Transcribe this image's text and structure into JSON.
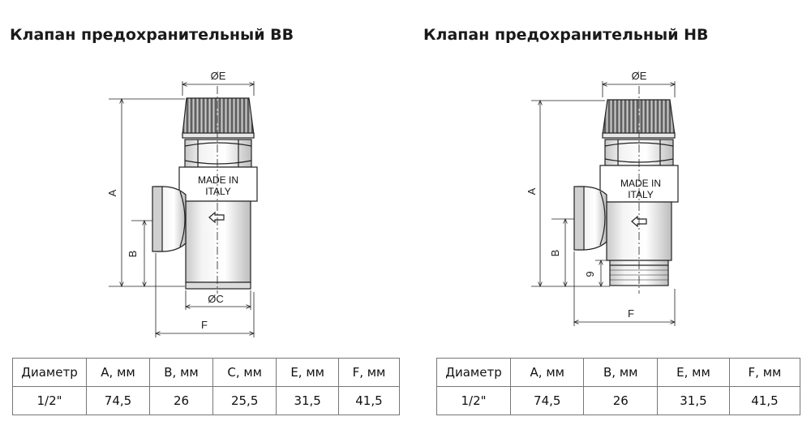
{
  "left": {
    "title": "Клапан предохранительный ВВ",
    "plate": {
      "line1": "MADE IN",
      "line2": "ITALY"
    },
    "dims": {
      "e": "ØE",
      "a": "A",
      "b": "B",
      "c": "ØC",
      "f": "F"
    },
    "table": {
      "headers": [
        "Диаметр",
        "A, мм",
        "B, мм",
        "C, мм",
        "E, мм",
        "F, мм"
      ],
      "row": [
        "1/2\"",
        "74,5",
        "26",
        "25,5",
        "31,5",
        "41,5"
      ]
    }
  },
  "right": {
    "title": "Клапан предохранительный НВ",
    "plate": {
      "line1": "MADE IN",
      "line2": "ITALY"
    },
    "dims": {
      "e": "ØE",
      "a": "A",
      "b": "B",
      "nine": "9",
      "f": "F"
    },
    "table": {
      "headers": [
        "Диаметр",
        "A, мм",
        "B, мм",
        "E, мм",
        "F, мм"
      ],
      "row": [
        "1/2\"",
        "74,5",
        "26",
        "31,5",
        "41,5"
      ]
    }
  }
}
